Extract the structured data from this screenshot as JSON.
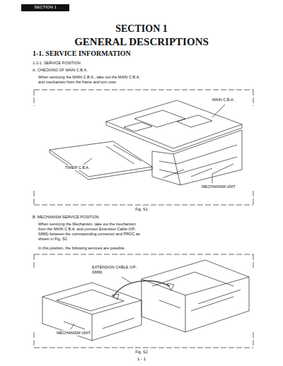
{
  "diagram": {
    "title": "GENERAL DESCRIPTIONS",
    "labels": [
      "SECTION 1",
      "SECTION 1",
      "1-1. SERVICE INFORMATION",
      "1-1-1. SERVICE POSITION",
      "A. CHECKING OF MAIN C.B.A.",
      "When servicing the MAIN C.B.A., take out the MAIN C.B.A. and mechanism from the frame and turn over.",
      "MAIN C.B.A.",
      "TIMER C.B.A.",
      "MECHANISM UNIT",
      "Fig. S1",
      "B. MECHANISM SERVICE POSITION",
      "When servicing the Mechanism, take out the mechanism from the MAIN C.B.A. and connect Extension Cable (VF-S666) between the corresponding connector and PROC as shown in Fig. S2.",
      "In this position, the following services are possible.",
      "EXTENSION CABLE (VF-S666)",
      "MECHANISM UNIT",
      "Fig. S2",
      "1 - 1"
    ]
  }
}
